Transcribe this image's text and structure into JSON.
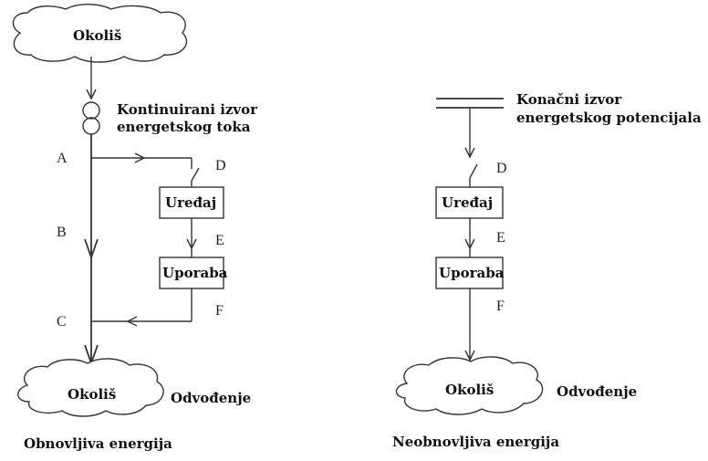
{
  "left": {
    "top_cloud": "Okoliš",
    "source_label_line1": "Kontinuirani izvor",
    "source_label_line2": "energetskog toka",
    "letters": {
      "a": "A",
      "b": "B",
      "c": "C",
      "d": "D",
      "e": "E",
      "f": "F"
    },
    "device": "Uređaj",
    "use": "Uporaba",
    "bottom_cloud": "Okoliš",
    "disposal": "Odvođenje",
    "caption": "Obnovljiva energija"
  },
  "right": {
    "source_label_line1": "Konačni izvor",
    "source_label_line2": "energetskog potencijala",
    "letters": {
      "d": "D",
      "e": "E",
      "f": "F"
    },
    "device": "Uređaj",
    "use": "Uporaba",
    "bottom_cloud": "Okoliš",
    "disposal": "Odvođenje",
    "caption": "Neobnovljiva energija"
  }
}
